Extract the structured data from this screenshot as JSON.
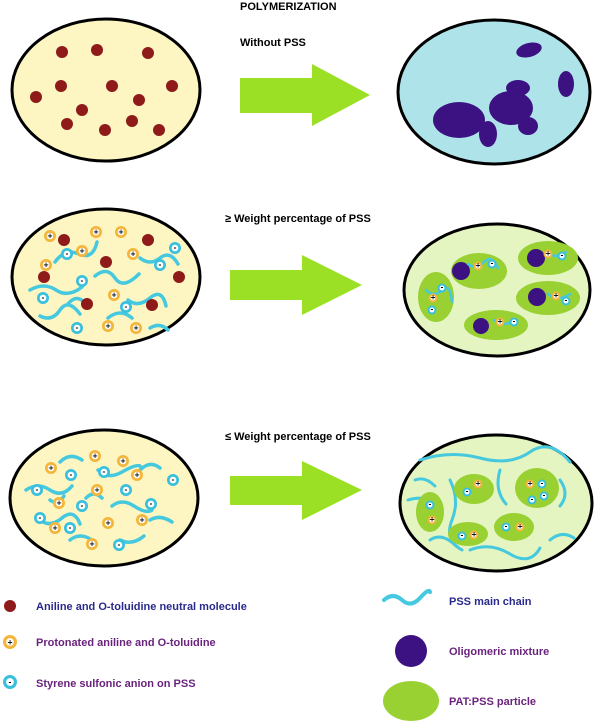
{
  "headings": {
    "title": "POLYMERIZATION",
    "row1": "Without PSS",
    "row2": "≥ Weight percentage of PSS",
    "row3": "≤ Weight percentage of PSS"
  },
  "legend": {
    "neutral_molecule": "Aniline and O-toluidine neutral molecule",
    "protonated": "Protonated aniline and O-toluidine",
    "sulfonic_anion": "Styrene sulfonic anion on PSS",
    "pss_chain": "PSS main chain",
    "oligomeric": "Oligomeric mixture",
    "pat_pss_particle": "PAT:PSS particle"
  },
  "symbols": {
    "plus": "+",
    "minus": "-"
  },
  "colors": {
    "cell_yellow": "#fdf6c3",
    "cell_blue": "#aee3ea",
    "cell_green_bg": "#e4f5c1",
    "arrow_green": "#9be024",
    "particle_green": "#99d032",
    "neutral_maroon": "#8e1a1a",
    "protonated_orange": "#f4b63a",
    "anion_cyan": "#3ac0dd",
    "oligomer_purple": "#3c1282",
    "chain_cyan": "#46c9df",
    "legend_text_blue": "#2a2a8c",
    "legend_text_purple": "#6a237d"
  },
  "icons": {
    "arrow": "right-arrow-icon",
    "neutral": "maroon-dot-icon",
    "protonated": "plus-ring-icon",
    "anion": "minus-ring-icon",
    "chain": "wavy-chain-icon",
    "oligomer": "purple-disc-icon",
    "particle": "green-oval-icon"
  }
}
